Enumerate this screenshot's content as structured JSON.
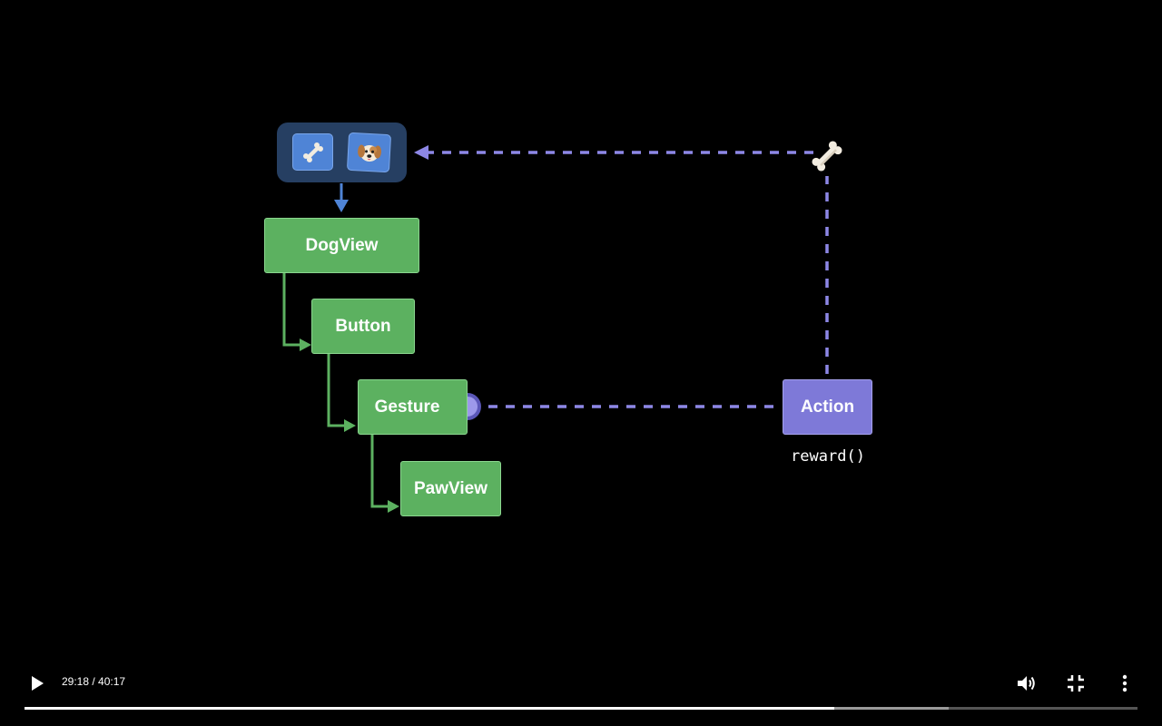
{
  "diagram": {
    "nodes": {
      "dogview": "DogView",
      "button": "Button",
      "gesture": "Gesture",
      "pawview": "PawView",
      "action": "Action"
    },
    "action_code": "reward()",
    "tray_items": [
      "bone-icon",
      "dog-face-icon"
    ],
    "colors": {
      "view_node": "#5cb160",
      "action_node": "#7e79d8",
      "dashed_line": "#8d87e6",
      "tree_line": "#5cb160",
      "tray": "#263f62",
      "tray_tile": "#4f84d6"
    }
  },
  "player": {
    "time_display": "29:18 / 40:17",
    "progress": 0.7275,
    "buffered": 0.83,
    "controls": [
      "play-icon",
      "volume-icon",
      "exit-fullscreen-icon",
      "more-icon"
    ]
  }
}
